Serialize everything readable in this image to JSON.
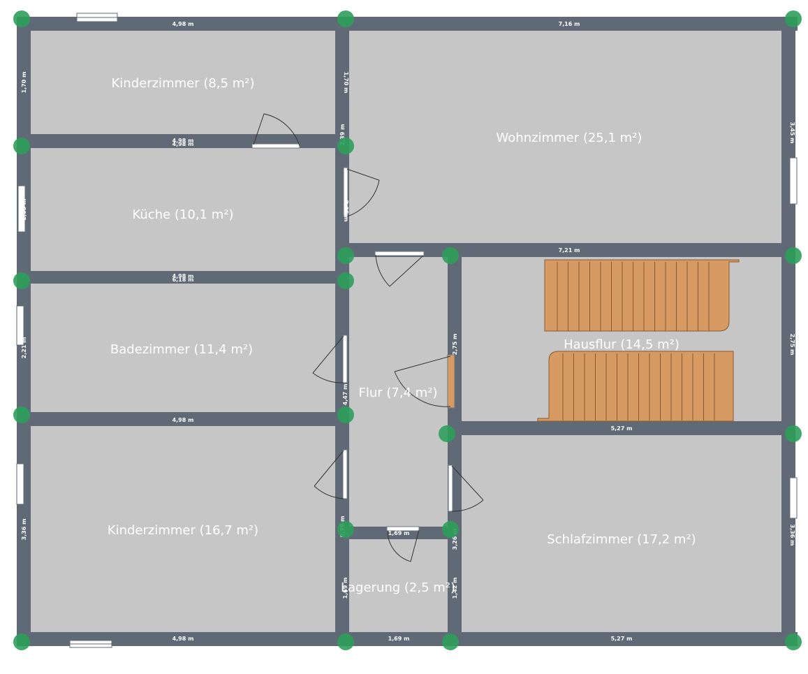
{
  "colors": {
    "wall": "#5f6a76",
    "floor": "#c6c6c6",
    "node": "#2e9e5b",
    "stair": "#d69a62",
    "door": "#ffffff",
    "window": "#ffffff"
  },
  "rooms": {
    "kinderzimmer_1": "Kinderzimmer (8,5 m²)",
    "kueche": "Küche (10,1 m²)",
    "badezimmer": "Badezimmer (11,4 m²)",
    "kinderzimmer_2": "Kinderzimmer (16,7 m²)",
    "wohnzimmer": "Wohnzimmer (25,1 m²)",
    "flur": "Flur (7,4 m²)",
    "hausflur": "Hausflur (14,5 m²)",
    "schlafzimmer": "Schlafzimmer (17,2 m²)",
    "lagerung": "Lagerung (2,5 m²)"
  },
  "dimensions": {
    "top_left": "4,98 m",
    "top_right": "7,16 m",
    "wall_kinder_kueche_a": "4,98 m",
    "wall_kinder_kueche_b": "4,98 m",
    "wall_kueche_bad_a": "4,98 m",
    "wall_kueche_bad_b": "6,18 m",
    "wall_bad_kinder": "4,98 m",
    "bottom_left": "4,98 m",
    "bottom_mid": "1,69 m",
    "bottom_right": "5,27 m",
    "wohnzimmer_bottom": "7,21 m",
    "hausflur_bottom": "5,27 m",
    "lagerung_top": "1,69 m",
    "left_kinder": "1,70 m",
    "left_kueche": "2,05 m",
    "left_bad": "2,21 m",
    "left_kinder2": "3,36 m",
    "mid_wohn_a": "1,70 m",
    "mid_wohn_b": "2,39 m",
    "mid_wohn_c": "2,05 m",
    "flur_left": "4,47 m",
    "flur_right": "2,75 m",
    "hausflur_right": "2,75 m",
    "wohn_right": "3,45 m",
    "schlaf_right": "3,36 m",
    "lagerung_left": "1,69 m",
    "lagerung_right": "1,42 m",
    "lagerung_mid": "3,26 m",
    "flur_lower": "0,39 m"
  }
}
